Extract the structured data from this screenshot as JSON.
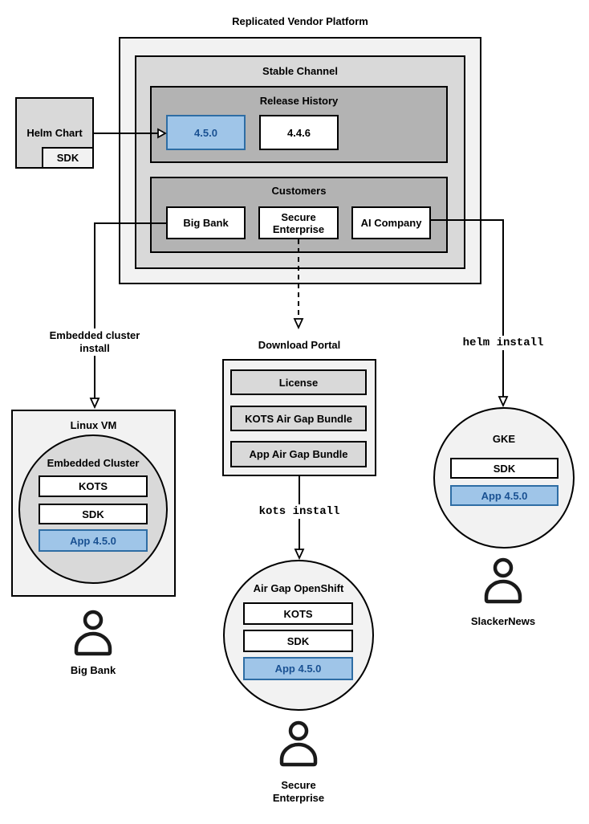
{
  "title": "Replicated Vendor Platform",
  "platform": {
    "stable_channel": {
      "label": "Stable Channel",
      "release_history": {
        "label": "Release History",
        "current_release": "4.5.0",
        "previous_release": "4.4.6"
      },
      "customers": {
        "label": "Customers",
        "items": [
          "Big Bank",
          "Secure Enterprise",
          "AI Company"
        ]
      }
    }
  },
  "helm_chart": {
    "label": "Helm Chart",
    "sdk_label": "SDK"
  },
  "left_branch": {
    "edge_label": "Embedded cluster install",
    "vm_label": "Linux VM",
    "cluster_label": "Embedded Cluster",
    "components": [
      "KOTS",
      "SDK"
    ],
    "app_label": "App 4.5.0",
    "user_label": "Big Bank"
  },
  "middle_branch": {
    "portal_label": "Download Portal",
    "portal_items": [
      "License",
      "KOTS Air Gap Bundle",
      "App Air Gap Bundle"
    ],
    "edge_label": "kots install",
    "cluster_label": "Air Gap OpenShift",
    "components": [
      "KOTS",
      "SDK"
    ],
    "app_label": "App 4.5.0",
    "user_label": "Secure Enterprise"
  },
  "right_branch": {
    "edge_label": "helm install",
    "cluster_label": "GKE",
    "components": [
      "SDK"
    ],
    "app_label": "App 4.5.0",
    "user_label": "SlackerNews"
  },
  "colors": {
    "highlight_fill": "#9fc5e8",
    "highlight_border": "#2e6da4",
    "highlight_text": "#1a5192",
    "container_light": "#f2f2f2",
    "container_mid": "#d9d9d9",
    "container_dark": "#b3b3b3"
  }
}
